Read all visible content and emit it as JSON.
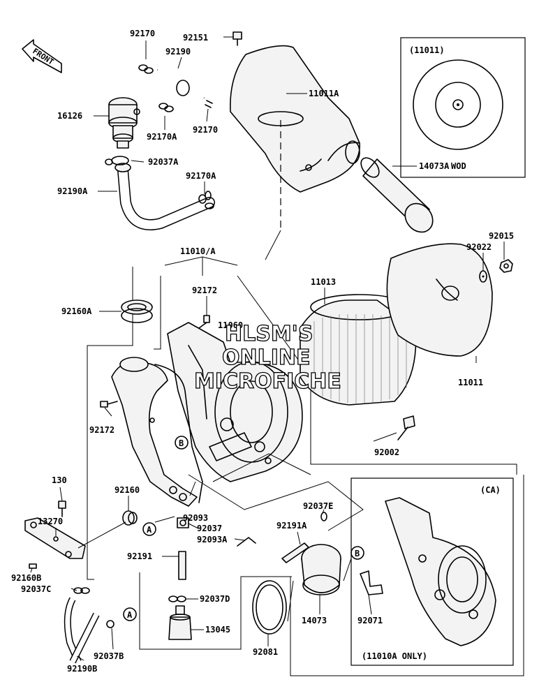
{
  "front_arrow": "FRONT",
  "watermark": [
    "HLSM'S",
    "ONLINE",
    "MICROFICHE"
  ],
  "inset_top": {
    "title": "(11011)",
    "caption": "WOD"
  },
  "inset_bottom": {
    "title": "(CA)",
    "caption": "(11010A ONLY)"
  },
  "callouts": {
    "A1": "A",
    "A2": "A",
    "B1": "B",
    "B2": "B"
  },
  "labels": {
    "p92170_top": "92170",
    "p92151": "92151",
    "p92190": "92190",
    "p11011A": "11011A",
    "p16126": "16126",
    "p92170A_top": "92170A",
    "p92170_mid": "92170",
    "p92037A": "92037A",
    "p92170A_mid": "92170A",
    "p92190A": "92190A",
    "p14073A": "14073A",
    "p92015": "92015",
    "p92022": "92022",
    "p11010A": "11010/A",
    "p92172_top": "92172",
    "p11013": "11013",
    "p92160A": "92160A",
    "p11060": "11060",
    "p11011": "11011",
    "p92172_left": "92172",
    "p92002": "92002",
    "p130": "130",
    "p92160": "92160",
    "p92093": "92093",
    "p92037E": "92037E",
    "p13270": "13270",
    "p92037": "92037",
    "p92191A": "92191A",
    "p92093A": "92093A",
    "p92191": "92191",
    "p92160B": "92160B",
    "p92037C": "92037C",
    "p92037D": "92037D",
    "p14073": "14073",
    "p92071": "92071",
    "p13045": "13045",
    "p92037B": "92037B",
    "p92081": "92081",
    "p92190B": "92190B"
  }
}
